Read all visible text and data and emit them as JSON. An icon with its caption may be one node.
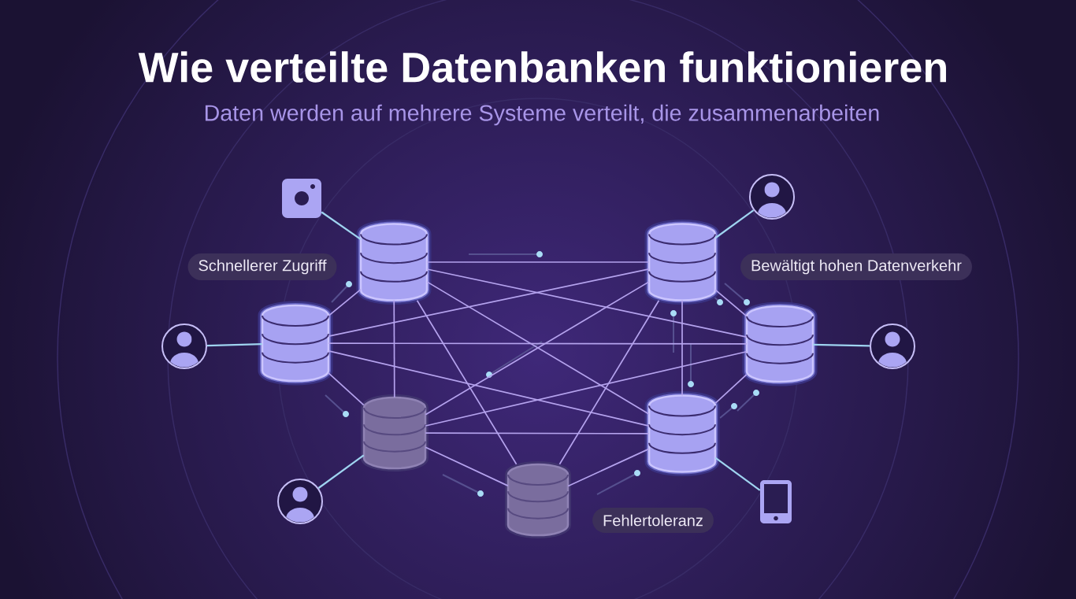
{
  "diagram": {
    "title": "Wie verteilte Datenbanken funktionieren",
    "nodes": [
      {
        "text": [],
        "shape": "picture"
      },
      {
        "text": [],
        "shape": "person"
      },
      {
        "text": [],
        "shape": "cylinder"
      },
      {
        "text": [],
        "shape": "cylinder"
      },
      {
        "text": [
          "Schnellerer Zugriff"
        ]
      },
      {
        "text": [
          "Bewältigt hohen Datenverkehr"
        ]
      },
      {
        "text": [],
        "shape": "person"
      },
      {
        "text": [],
        "shape": "cylinder"
      },
      {
        "text": [],
        "shape": "cylinder"
      },
      {
        "text": [],
        "shape": "person"
      },
      {
        "text": [],
        "shape": "cylinder"
      },
      {
        "text": [],
        "shape": "cylinder"
      },
      {
        "text": [],
        "shape": "cylinder"
      },
      {
        "text": [],
        "shape": "person"
      },
      {
        "text": [],
        "shape": "picture"
      },
      {
        "text": [
          "Fehlertoleranz"
        ]
      }
    ],
    "edges": [
      {
        "from": 0,
        "to": 2,
        "arrow": "none",
        "color": "#9fd4f0"
      },
      {
        "from": 3,
        "to": 1,
        "arrow": "none",
        "color": "#9fd4f0"
      },
      {
        "from": 2,
        "to": 3,
        "arrow": "none"
      },
      {
        "from": 2,
        "to": 7,
        "arrow": "none"
      },
      {
        "from": 2,
        "to": 10,
        "arrow": "none"
      },
      {
        "from": 2,
        "to": 12,
        "arrow": "none"
      },
      {
        "from": 2,
        "to": 8,
        "arrow": "none"
      },
      {
        "from": 2,
        "to": 11,
        "arrow": "none"
      },
      {
        "from": 3,
        "to": 7,
        "arrow": "none"
      },
      {
        "from": 3,
        "to": 8,
        "arrow": "none"
      },
      {
        "from": 3,
        "to": 11,
        "arrow": "none"
      },
      {
        "from": 3,
        "to": 10,
        "arrow": "none"
      },
      {
        "from": 3,
        "to": 12,
        "arrow": "none"
      },
      {
        "from": 6,
        "to": 7,
        "arrow": "none",
        "color": "#9fd4f0"
      },
      {
        "from": 7,
        "to": 8,
        "arrow": "none"
      },
      {
        "from": 7,
        "to": 10,
        "arrow": "none"
      },
      {
        "from": 7,
        "to": 11,
        "arrow": "none"
      },
      {
        "from": 8,
        "to": 9,
        "arrow": "none",
        "color": "#9fd4f0"
      },
      {
        "from": 8,
        "to": 10,
        "arrow": "none"
      },
      {
        "from": 8,
        "to": 11,
        "arrow": "none"
      },
      {
        "from": 10,
        "to": 11,
        "arrow": "none"
      },
      {
        "from": 10,
        "to": 12,
        "arrow": "none"
      },
      {
        "from": 12,
        "to": 11,
        "arrow": "none"
      },
      {
        "from": 10,
        "to": 13,
        "arrow": "none",
        "color": "#9fd4f0"
      },
      {
        "from": 11,
        "to": 14,
        "arrow": "none",
        "color": "#9fd4f0"
      }
    ],
    "labels": [
      "Daten werden auf mehrere Systeme verteilt, die zusammenarbeiten"
    ]
  }
}
